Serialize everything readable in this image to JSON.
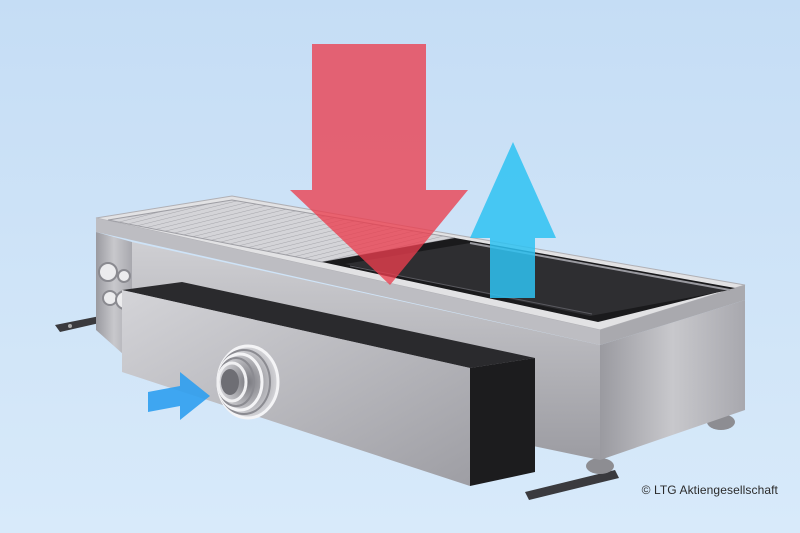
{
  "colors": {
    "background": "#cde3f7",
    "warm_air_arrow": "#eb3d4e",
    "cool_air_arrow": "#2ec2f2",
    "fresh_air_arrow": "#2d9ff0",
    "housing_steel": "#b9b9bd",
    "duct_black": "#1c1c1c"
  },
  "icons": {
    "warm_air": "down-arrow",
    "cool_air": "up-arrow",
    "fresh_air": "right-arrow"
  },
  "credit": "© LTG Aktiengesellschaft"
}
